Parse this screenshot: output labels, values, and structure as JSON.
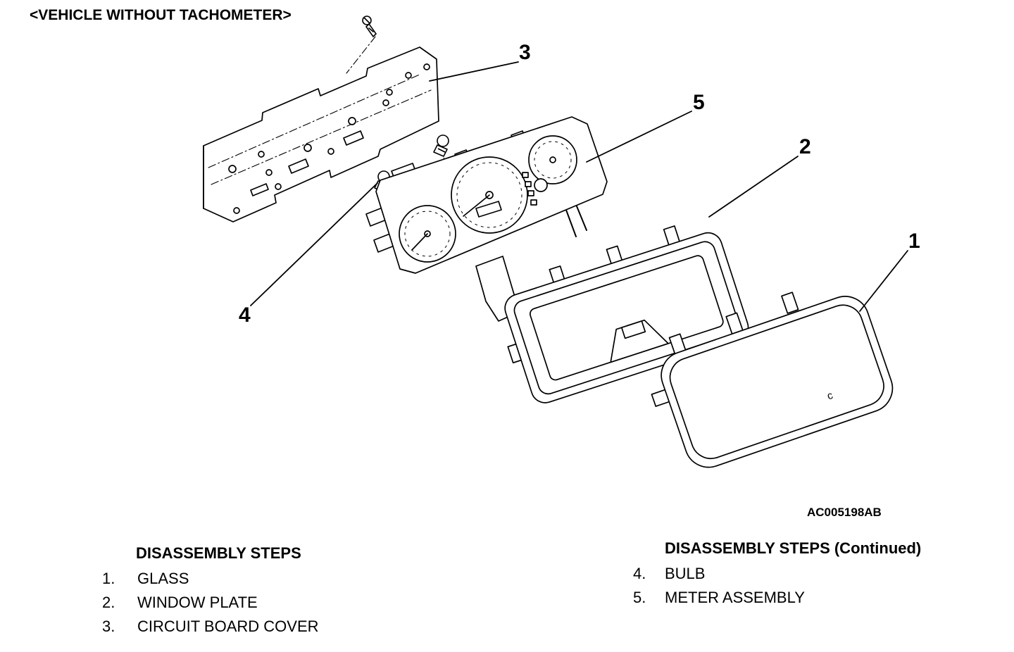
{
  "page": {
    "title": "<VEHICLE WITHOUT TACHOMETER>",
    "figure_code": "AC005198AB",
    "glass_mark": "c"
  },
  "callouts": {
    "glass": "1",
    "window_plate": "2",
    "circuit_board_cover": "3",
    "bulb": "4",
    "meter_assembly": "5"
  },
  "steps_left": {
    "heading": "DISASSEMBLY STEPS",
    "items": [
      {
        "num": "1.",
        "label": "GLASS"
      },
      {
        "num": "2.",
        "label": "WINDOW PLATE"
      },
      {
        "num": "3.",
        "label": "CIRCUIT BOARD COVER"
      }
    ]
  },
  "steps_right": {
    "heading": "DISASSEMBLY STEPS (Continued)",
    "items": [
      {
        "num": "4.",
        "label": "BULB"
      },
      {
        "num": "5.",
        "label": "METER ASSEMBLY"
      }
    ]
  }
}
